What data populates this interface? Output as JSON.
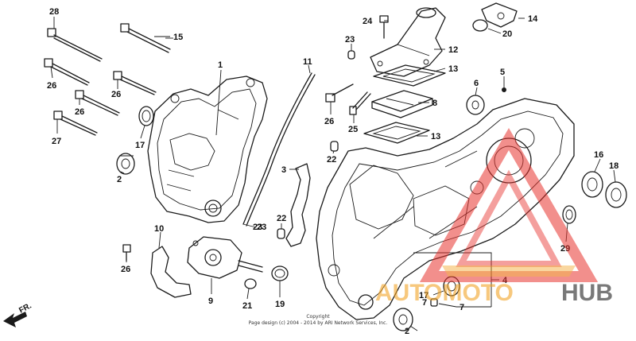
{
  "diagram": {
    "callouts": [
      "28",
      "15",
      "26",
      "26",
      "26",
      "27",
      "1",
      "17",
      "2",
      "11",
      "23",
      "24",
      "14",
      "20",
      "12",
      "13",
      "23",
      "5",
      "6",
      "8",
      "26",
      "25",
      "13",
      "22",
      "3",
      "22",
      "23",
      "16",
      "18",
      "29",
      "10",
      "26",
      "9",
      "21",
      "19",
      "4",
      "17",
      "2",
      "7",
      "7"
    ],
    "direction_label": "FR.",
    "copyright_line1": "Copyright",
    "copyright_line2": "Page design (c) 2004 - 2014 by ARI Network Services, Inc."
  },
  "watermark": {
    "text_colored": "AUTOMOTO",
    "text_dark": "HUB",
    "color_primary": "#e8332e",
    "color_secondary": "#f0a020",
    "color_dark": "#2a2a2a"
  }
}
